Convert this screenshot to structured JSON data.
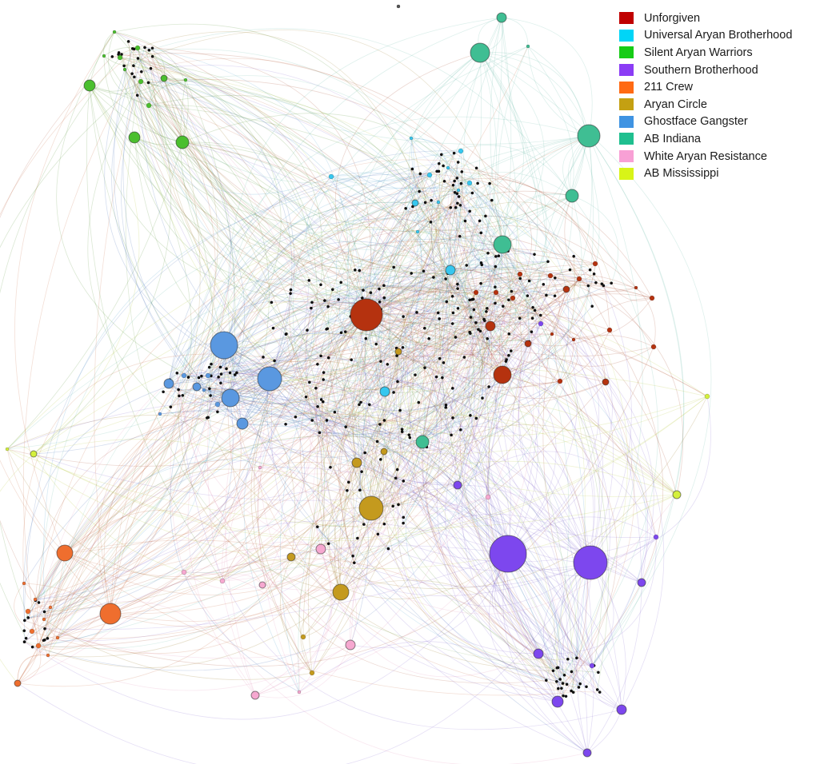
{
  "legend": {
    "items": [
      {
        "label": "Unforgiven",
        "color": "#c00000"
      },
      {
        "label": "Universal Aryan Brotherhood",
        "color": "#00d5f7"
      },
      {
        "label": "Silent Aryan Warriors",
        "color": "#16cc16"
      },
      {
        "label": "Southern Brotherhood",
        "color": "#8b3cf5"
      },
      {
        "label": "211 Crew",
        "color": "#ff6a13"
      },
      {
        "label": "Aryan Circle",
        "color": "#c4a012"
      },
      {
        "label": "Ghostface Gangster",
        "color": "#3f93e2"
      },
      {
        "label": "AB Indiana",
        "color": "#1fbf8f"
      },
      {
        "label": "White Aryan Resistance",
        "color": "#f8a0d5"
      },
      {
        "label": "AB Mississippi",
        "color": "#d8f418"
      }
    ]
  },
  "node_colors": {
    "Unforgiven": "#b5320f",
    "Universal Aryan Brotherhood": "#36c7ef",
    "Silent Aryan Warriors": "#4bbf2e",
    "Southern Brotherhood": "#7d47ee",
    "211 Crew": "#ef6e2e",
    "Aryan Circle": "#c49a1e",
    "Ghostface Gangster": "#5a98e0",
    "AB Indiana": "#3fbe93",
    "White Aryan Resistance": "#f6a8d0",
    "AB Mississippi": "#d4f03c",
    "Unaffiliated": "#111111"
  }
}
